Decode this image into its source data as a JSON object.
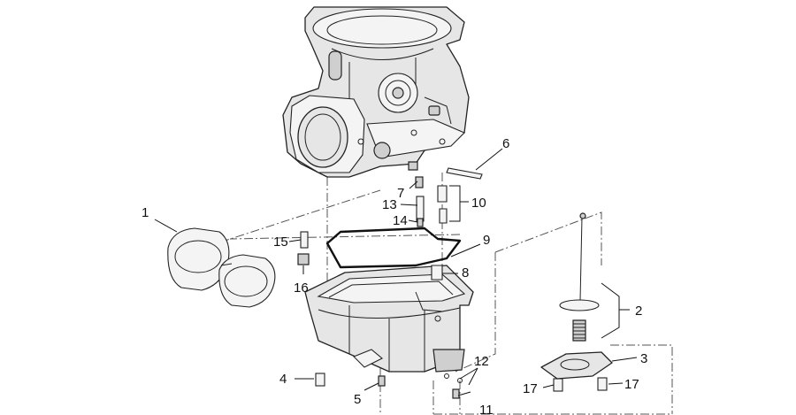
{
  "callouts": {
    "c1": "1",
    "c2": "2",
    "c3": "3",
    "c4": "4",
    "c5": "5",
    "c6": "6",
    "c7": "7",
    "c8": "8",
    "c9": "9",
    "c10": "10",
    "c11": "11",
    "c12": "12",
    "c13": "13",
    "c14": "14",
    "c15": "15",
    "c16": "16",
    "c17a": "17",
    "c17b": "17"
  }
}
